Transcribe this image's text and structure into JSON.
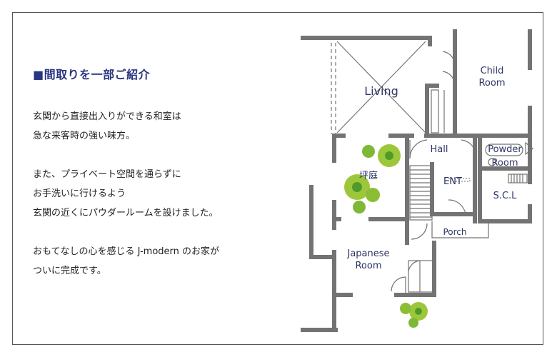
{
  "heading": {
    "marker": "■",
    "text": "間取りを一部ご紹介"
  },
  "body": {
    "paragraph1": [
      "玄関から直接出入りができる和室は",
      "急な来客時の強い味方。"
    ],
    "paragraph2": [
      "また、プライベート空間を通らずに",
      "お手洗いに行けるよう",
      "玄関の近くにパウダールームを設けました。"
    ],
    "paragraph3": [
      "おもてなしの心を感じる J-modern のお家が",
      "ついに完成です。"
    ]
  },
  "floor_plan": {
    "rooms": {
      "living": "Living",
      "child_line1": "Child",
      "child_line2": "Room",
      "hall": "Hall",
      "powder_line1": "Powder",
      "powder_line2": "Room",
      "courtyard": "坪庭",
      "ent": "ENT",
      "scl": "S.C.L",
      "porch": "Porch",
      "japanese_line1": "Japanese",
      "japanese_line2": "Room"
    },
    "colors": {
      "wall": "#737373",
      "label": "#2b3565",
      "plant_light": "#9dc73a",
      "plant_dark": "#4f9a2a",
      "window": "#ffffff"
    }
  }
}
